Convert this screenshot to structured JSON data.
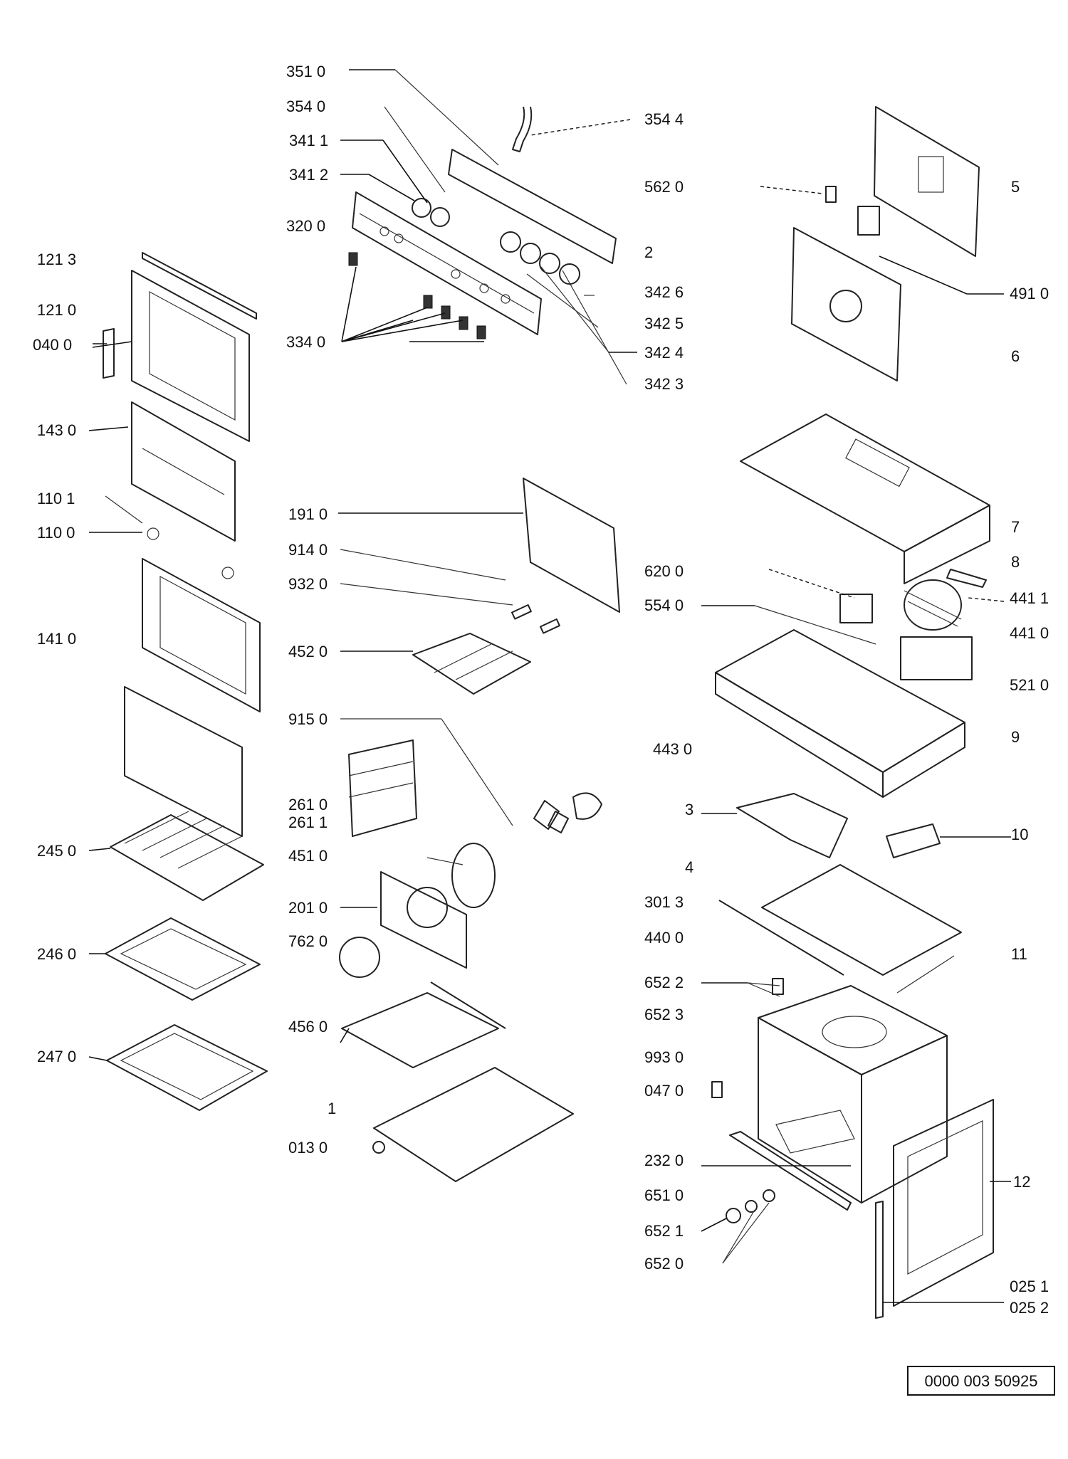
{
  "diagram": {
    "doc_number": "0000 003 50925",
    "part_labels": [
      "351 0",
      "354 0",
      "341 1",
      "341 2",
      "320 0",
      "334 0",
      "354 4",
      "562 0",
      "2",
      "342 6",
      "342 5",
      "342 4",
      "342 3",
      "491 0",
      "5",
      "6",
      "121 3",
      "121 0",
      "040 0",
      "143 0",
      "110 1",
      "110 0",
      "141 0",
      "245 0",
      "246 0",
      "247 0",
      "191 0",
      "914 0",
      "932 0",
      "452 0",
      "915 0",
      "261 0",
      "261 1",
      "451 0",
      "201 0",
      "762 0",
      "456 0",
      "1",
      "013 0",
      "620 0",
      "554 0",
      "443 0",
      "441 1",
      "441 0",
      "521 0",
      "7",
      "8",
      "9",
      "3",
      "10",
      "4",
      "301 3",
      "440 0",
      "11",
      "652 2",
      "652 3",
      "993 0",
      "047 0",
      "232 0",
      "651 0",
      "652 1",
      "652 0",
      "12",
      "025 1",
      "025 2"
    ]
  }
}
